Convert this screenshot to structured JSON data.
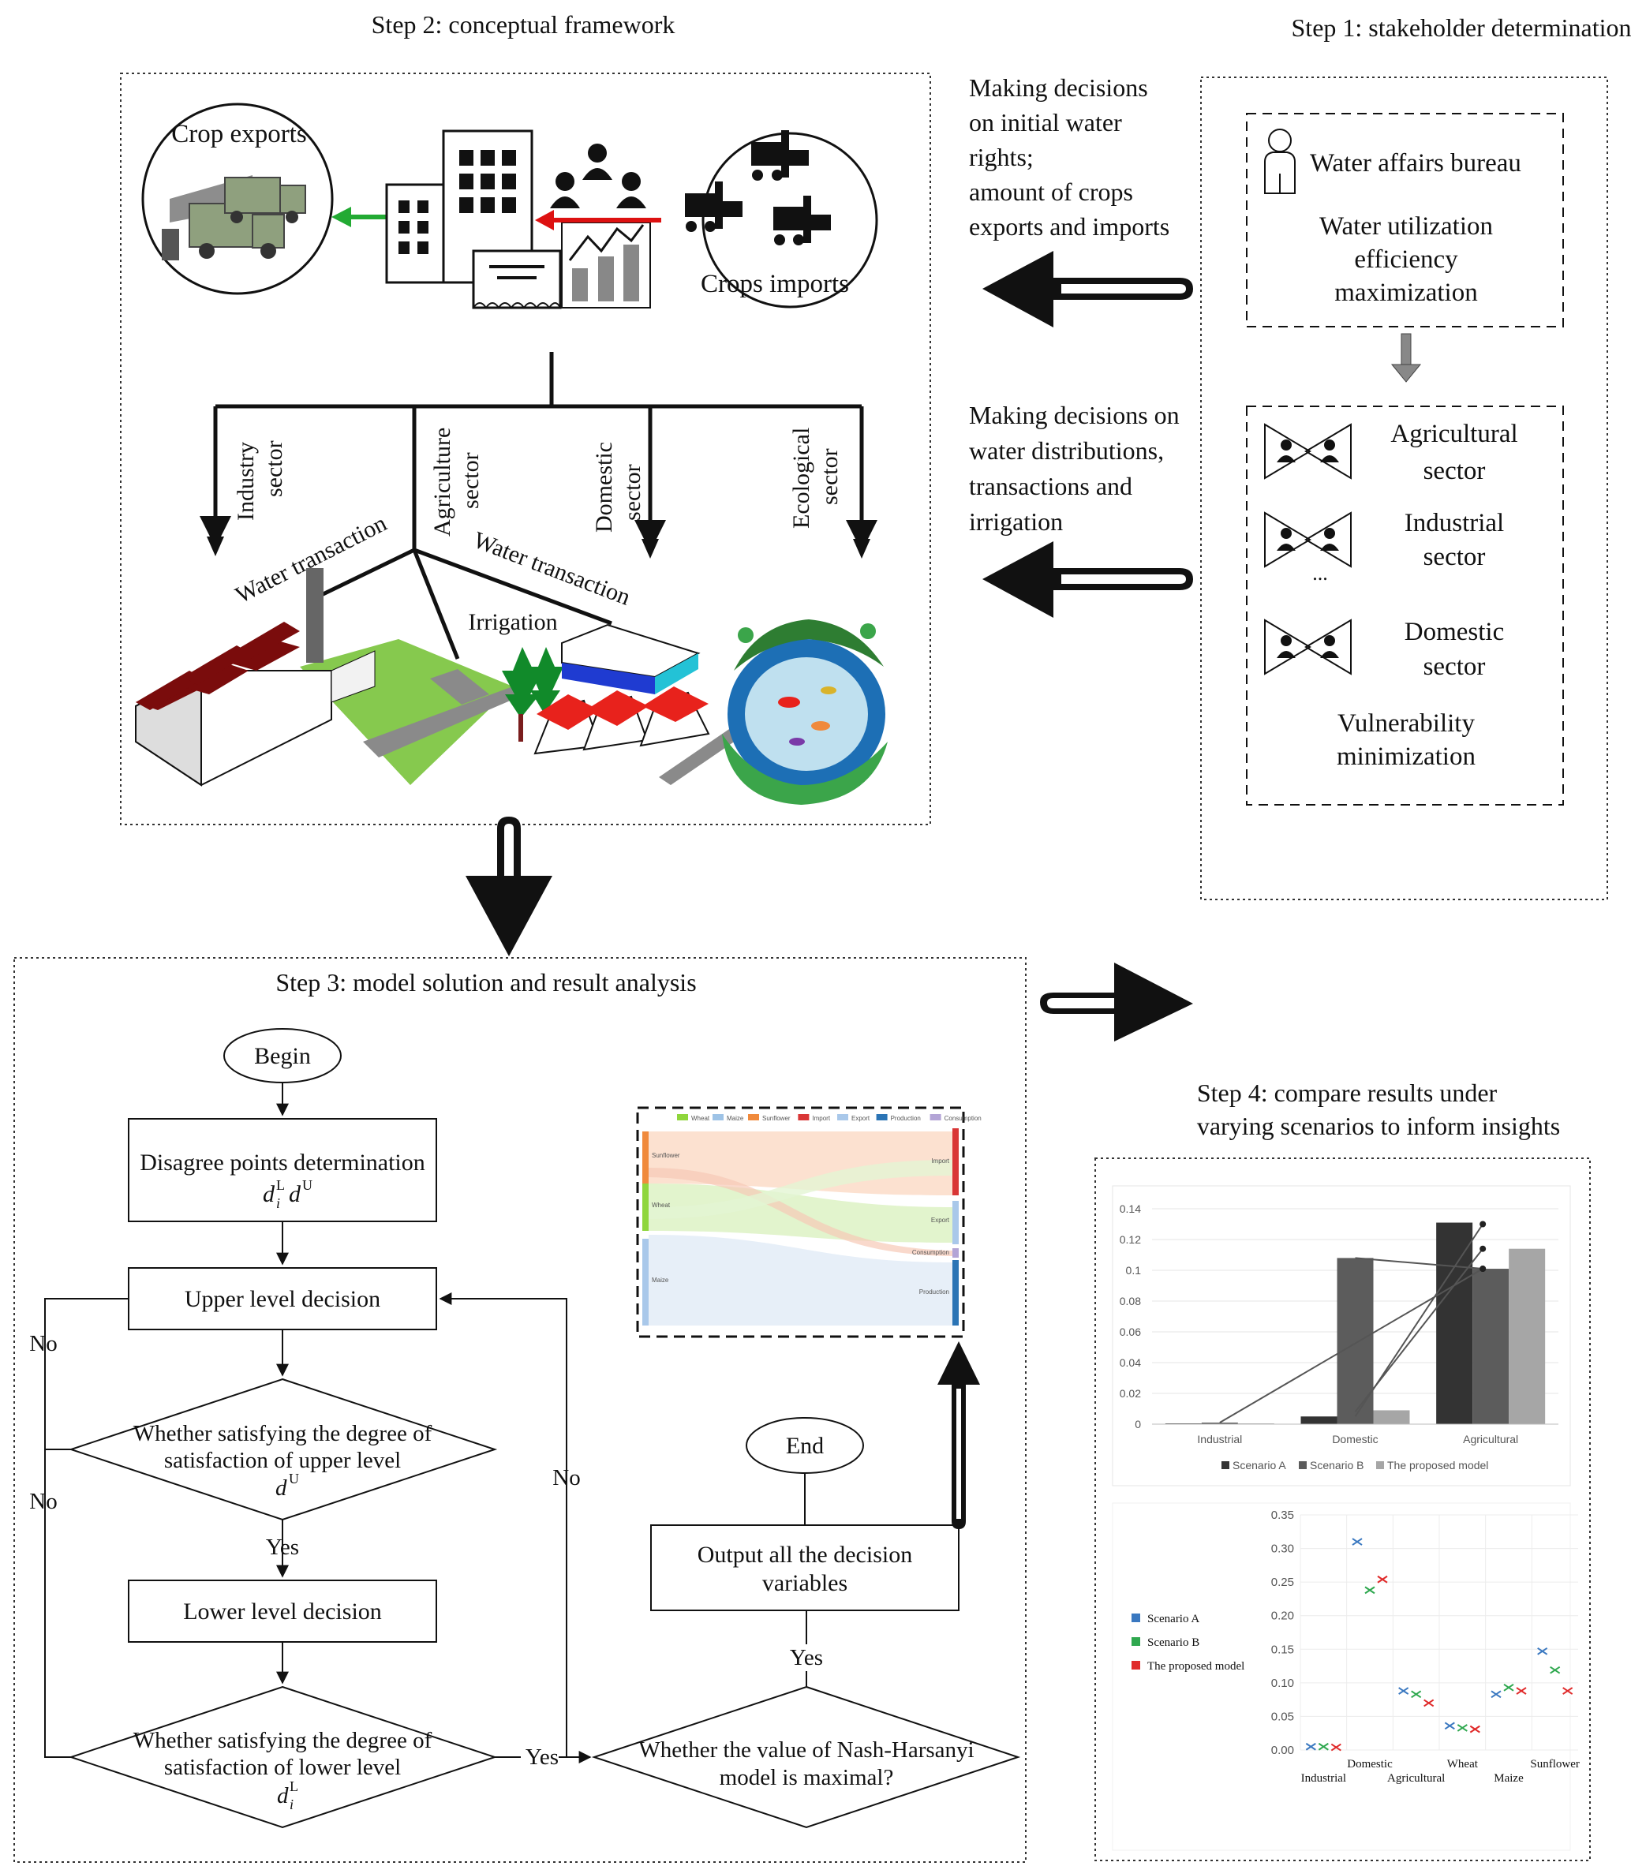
{
  "steps": {
    "step1_title": "Step 1: stakeholder determination",
    "step2_title": "Step 2: conceptual framework",
    "step3_title": "Step 3: model solution and result analysis",
    "step4_title_line1": "Step 4: compare results under",
    "step4_title_line2": "varying scenarios to inform insights"
  },
  "step1": {
    "upper_box": {
      "stakeholder": "Water affairs bureau",
      "objective_line1": "Water utilization",
      "objective_line2": "efficiency",
      "objective_line3": "maximization"
    },
    "lower_box": {
      "agri_line1": "Agricultural",
      "agri_line2": "sector",
      "ind_line1": "Industrial",
      "ind_line2": "sector",
      "ellipsis": "...",
      "dom_line1": "Domestic",
      "dom_line2": "sector",
      "objective_line1": "Vulnerability",
      "objective_line2": "minimization"
    }
  },
  "decisions": {
    "upper": [
      "Making decisions",
      "on initial water",
      "rights;",
      "amount of crops",
      "exports and imports"
    ],
    "lower": [
      "Making decisions on",
      "water distributions,",
      "transactions and",
      "irrigation"
    ]
  },
  "step2": {
    "crop_exports": "Crop   exports",
    "crops_imports": "Crops imports",
    "sectors": {
      "industry": [
        "Industry",
        "sector"
      ],
      "agriculture": [
        "Agriculture",
        "sector"
      ],
      "domestic": [
        "Domestic",
        "sector"
      ],
      "ecological": [
        "Ecological",
        "sector"
      ]
    },
    "water_transaction_left": "Water transaction",
    "water_transaction_right": "Water transaction",
    "irrigation": "Irrigation"
  },
  "flowchart": {
    "begin": "Begin",
    "disagree_line1": "Disagree points determination",
    "disagree_math": "d",
    "upper_decision": "Upper level decision",
    "upper_cond_line1": "Whether satisfying the degree of",
    "upper_cond_line2": "satisfaction of upper level",
    "upper_cond_math": "d",
    "lower_decision": "Lower level decision",
    "lower_cond_line1": "Whether satisfying the degree of",
    "lower_cond_line2": "satisfaction of lower level",
    "lower_cond_math": "d",
    "nash_line1": "Whether  the value of Nash-Harsanyi",
    "nash_line2": "model is maximal?",
    "output_line1": "Output all the decision",
    "output_line2": "variables",
    "end": "End",
    "yes": "Yes",
    "no": "No",
    "sup_L": "L",
    "sup_U": "U",
    "sub_i": "i"
  },
  "sankey": {
    "legend": [
      "Wheat",
      "Maize",
      "Sunflower",
      "Import",
      "Export",
      "Production",
      "Consumption"
    ],
    "left_nodes": [
      "Sunflower",
      "Wheat",
      "Maize"
    ],
    "right_nodes": [
      "Import",
      "Export",
      "Consumption",
      "Production"
    ],
    "colors": [
      "#8fd63c",
      "#9ec3e6",
      "#f08a3c",
      "#d93636",
      "#a9c8ea",
      "#2b74b5",
      "#b3a4d6"
    ]
  },
  "chart_data": [
    {
      "type": "bar",
      "categories": [
        "Industrial",
        "Domestic",
        "Agricultural"
      ],
      "series": [
        {
          "name": "Scenario A",
          "values": [
            0.0005,
            0.005,
            0.131
          ],
          "color": "#333333"
        },
        {
          "name": "Scenario B",
          "values": [
            0.001,
            0.108,
            0.101
          ],
          "color": "#5c5c5c"
        },
        {
          "name": "The proposed model",
          "values": [
            0.0005,
            0.009,
            0.114
          ],
          "color": "#a6a6a6"
        }
      ],
      "lines": [
        {
          "from_category": "Industrial",
          "from_value": 0.001,
          "to_category": "Agricultural",
          "to_value": 0.101
        },
        {
          "from_category": "Domestic",
          "from_value": 0.108,
          "to_category": "Agricultural",
          "to_value": 0.101
        },
        {
          "from_category": "Domestic",
          "from_value": 0.005,
          "to_category": "Agricultural",
          "to_value": 0.13
        },
        {
          "from_category": "Domestic",
          "from_value": 0.008,
          "to_category": "Agricultural",
          "to_value": 0.114
        }
      ],
      "yticks": [
        "0.14",
        "0.12",
        "0.1",
        "0.08",
        "0.06",
        "0.04",
        "0.02",
        "0"
      ],
      "ylim": [
        0,
        0.14
      ],
      "legend_position": "bottom"
    },
    {
      "type": "scatter",
      "categories": [
        "Industrial",
        "Domestic",
        "Agricultural",
        "Wheat",
        "Maize",
        "Sunflower"
      ],
      "series": [
        {
          "name": "Scenario A",
          "values": [
            0.005,
            0.31,
            0.088,
            0.036,
            0.083,
            0.147
          ],
          "color": "#3a78c0"
        },
        {
          "name": "Scenario B",
          "values": [
            0.005,
            0.238,
            0.083,
            0.033,
            0.093,
            0.119
          ],
          "color": "#2fa84f"
        },
        {
          "name": "The proposed model",
          "values": [
            0.004,
            0.254,
            0.07,
            0.031,
            0.088,
            0.088
          ],
          "color": "#e02a2a"
        }
      ],
      "yticks": [
        "0.35",
        "0.30",
        "0.25",
        "0.20",
        "0.15",
        "0.10",
        "0.05",
        "0.00"
      ],
      "ylim": [
        0,
        0.35
      ],
      "legend_position": "left"
    }
  ]
}
